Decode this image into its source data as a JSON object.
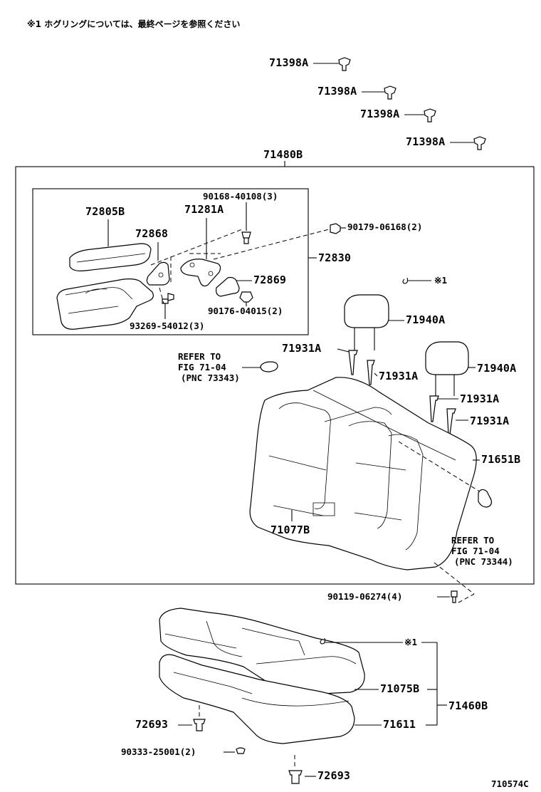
{
  "header_note": "※1  ホグリングについては、最終ページを参照ください",
  "figure_id": "710574C",
  "labels": {
    "p71398a_1": "71398A",
    "p71398a_2": "71398A",
    "p71398a_3": "71398A",
    "p71398a_4": "71398A",
    "p71480b": "71480B",
    "p90168": "90168-40108(3)",
    "p72805b": "72805B",
    "p71281a": "71281A",
    "p72868": "72868",
    "p90179": "90179-06168(2)",
    "p72830": "72830",
    "p72869": "72869",
    "p90176": "90176-04015(2)",
    "p93269": "93269-54012(3)",
    "note1": "※1",
    "p71940a_1": "71940A",
    "p71940a_2": "71940A",
    "p71931a_1": "71931A",
    "p71931a_2": "71931A",
    "p71931a_3": "71931A",
    "p71931a_4": "71931A",
    "p71651b": "71651B",
    "p71077b": "71077B",
    "p90119": "90119-06274(4)",
    "note2": "※1",
    "p71075b": "71075B",
    "p71460b": "71460B",
    "p71611": "71611",
    "p72693_1": "72693",
    "p72693_2": "72693",
    "p90333": "90333-25001(2)"
  },
  "refer_left": {
    "line1": "REFER TO",
    "line2": "FIG 71-04",
    "line3": "(PNC 73343)"
  },
  "refer_right": {
    "line1": "REFER TO",
    "line2": "FIG 71-04",
    "line3": "(PNC 73344)"
  }
}
